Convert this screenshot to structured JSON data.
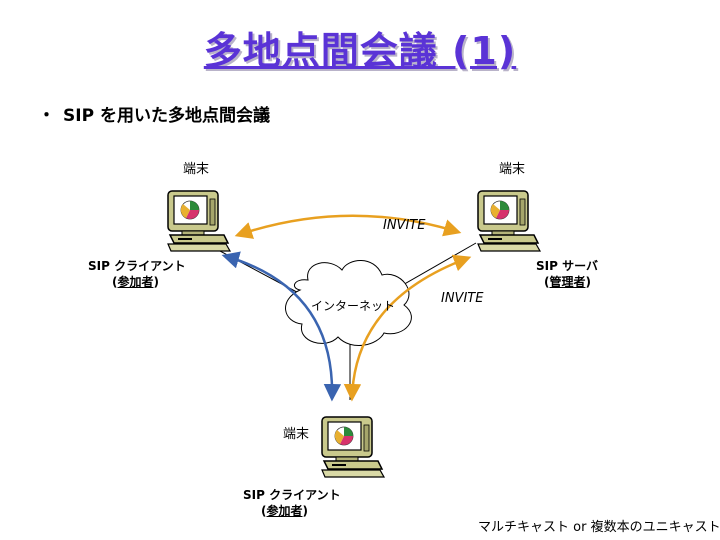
{
  "title": "多地点間会議 (1)",
  "bullet": {
    "marker": "・",
    "text": "SIP を用いた多地点間会議"
  },
  "terminals": {
    "top_left": "端末",
    "top_right": "端末",
    "bottom": "端末"
  },
  "cloud_label": "インターネット",
  "invite_top": "INVITE",
  "invite_right": "INVITE",
  "left_client": {
    "line1": "SIP クライアント",
    "role": "参加者"
  },
  "right_server": {
    "line1": "SIP サーバ",
    "role": "管理者"
  },
  "bottom_client": {
    "line1": "SIP クライアント",
    "role": "参加者"
  },
  "footer": "マルチキャスト or 複数本のユニキャスト",
  "colors": {
    "title": "#5a33d6",
    "invite_arrow": "#e8a020",
    "client_arrow": "#3a64b0"
  }
}
